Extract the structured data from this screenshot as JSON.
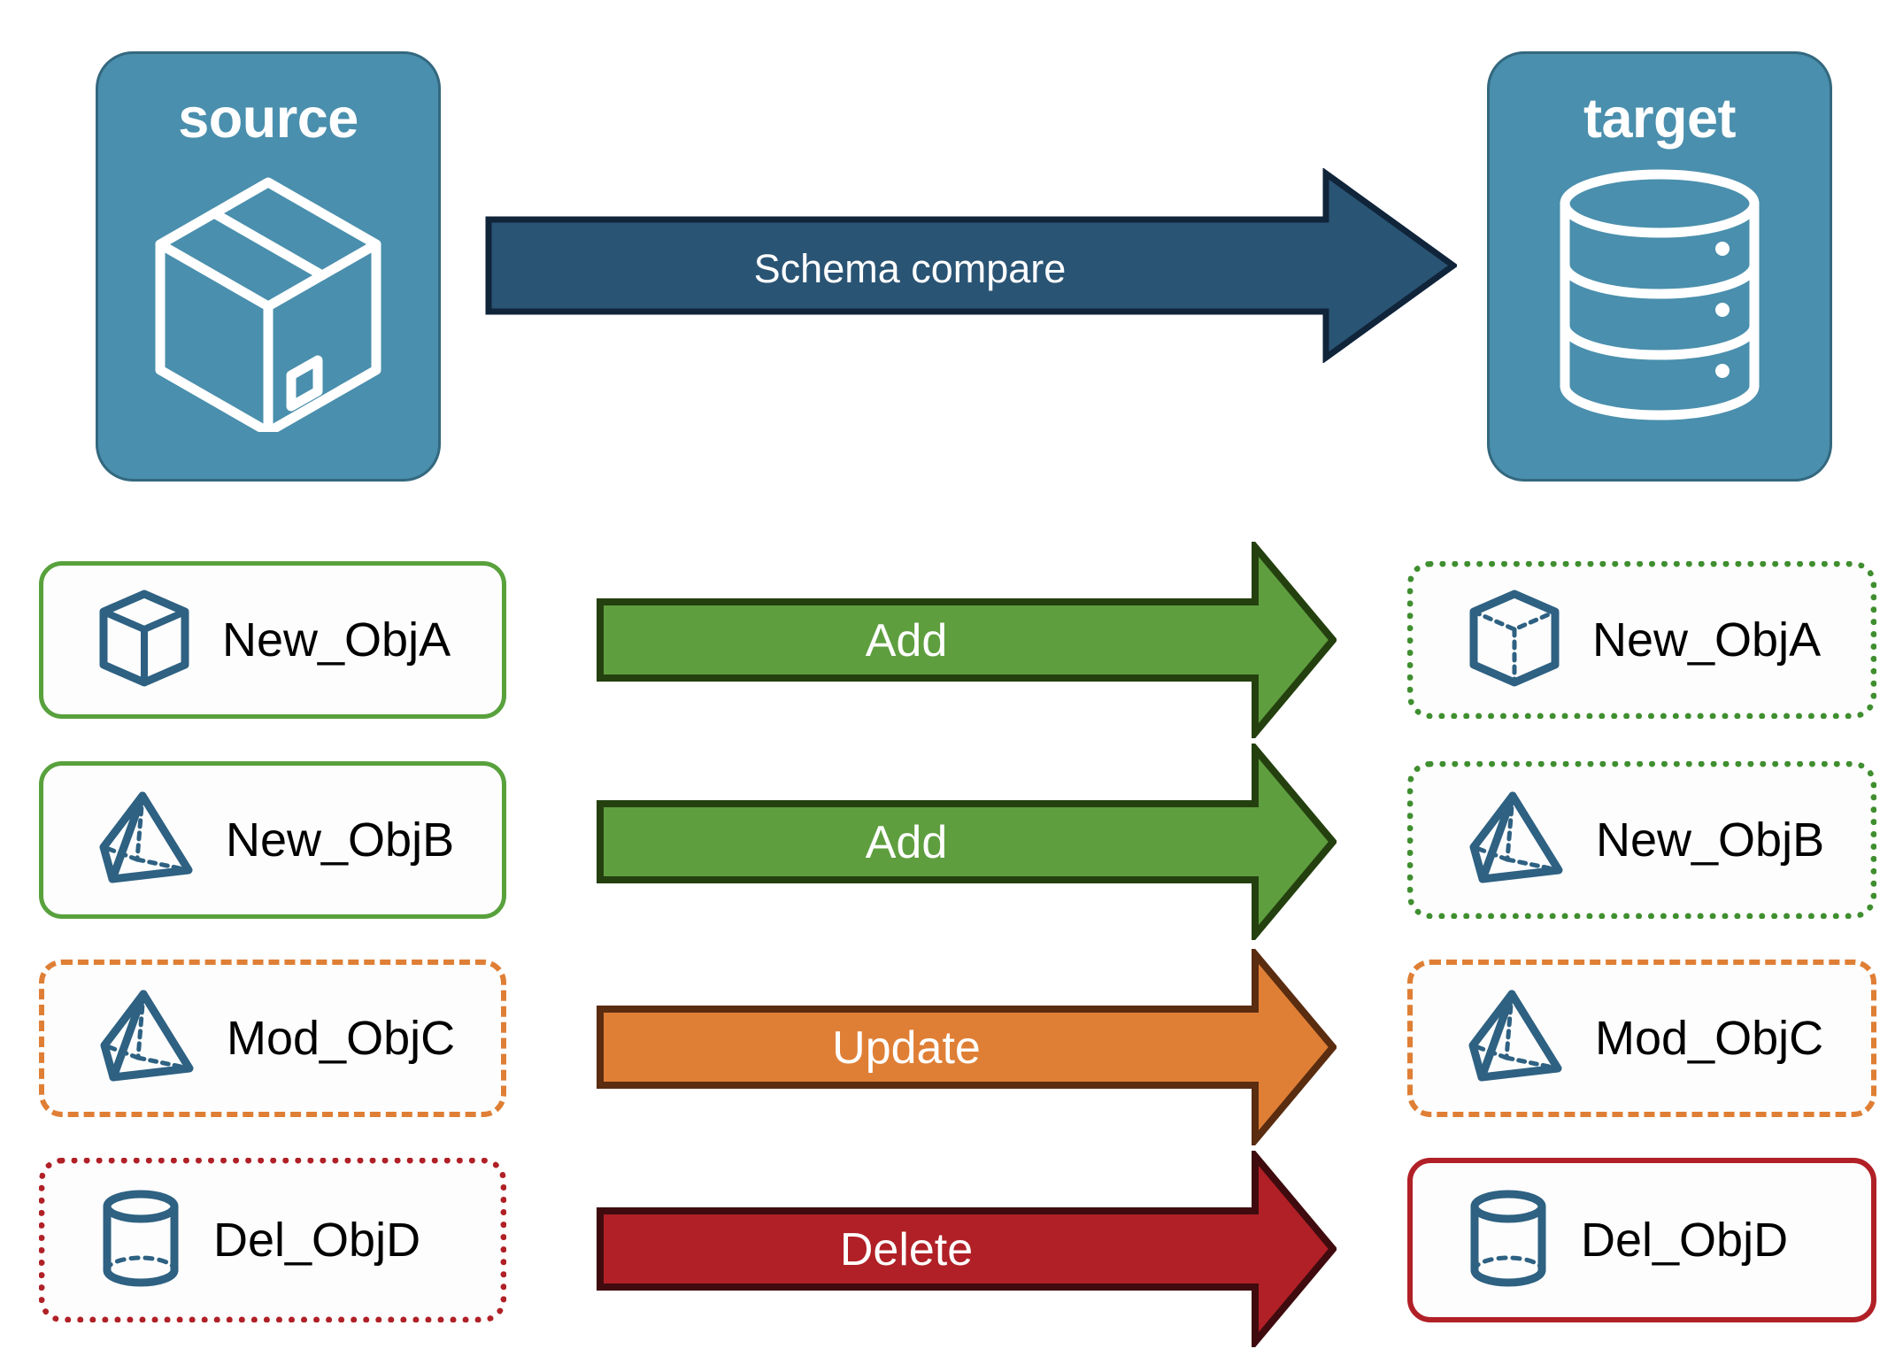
{
  "endpoints": {
    "source": {
      "title": "source",
      "icon": "package-box-icon"
    },
    "target": {
      "title": "target",
      "icon": "database-cylinder-icon"
    }
  },
  "compare": {
    "label": "Schema compare",
    "arrow_color": "#2a5474",
    "arrow_border_color": "#10243a"
  },
  "colors": {
    "panel_fill": "#4a8fad",
    "panel_stroke": "#33687f",
    "add": "#58a13c",
    "add_border": "#24400f",
    "update": "#df7f35",
    "update_border": "#5a2c10",
    "delete": "#b02026",
    "delete_border": "#3f0b0e",
    "object_icon": "#2e6182",
    "label_text": "#000000"
  },
  "rows": [
    {
      "action": "Add",
      "arrow_fill": "#5e9e3f",
      "arrow_stroke": "#24400f",
      "source": {
        "name": "New_ObjA",
        "icon": "wireframe-cube-icon",
        "border_style": "solid-green"
      },
      "target": {
        "name": "New_ObjA",
        "icon": "wireframe-cube-icon",
        "border_style": "dotted-green"
      }
    },
    {
      "action": "Add",
      "arrow_fill": "#5e9e3f",
      "arrow_stroke": "#24400f",
      "source": {
        "name": "New_ObjB",
        "icon": "wireframe-pyramid-icon",
        "border_style": "solid-green"
      },
      "target": {
        "name": "New_ObjB",
        "icon": "wireframe-pyramid-icon",
        "border_style": "dotted-green"
      }
    },
    {
      "action": "Update",
      "arrow_fill": "#df7f35",
      "arrow_stroke": "#5a2c10",
      "source": {
        "name": "Mod_ObjC",
        "icon": "wireframe-pyramid-icon",
        "border_style": "dashed-orange"
      },
      "target": {
        "name": "Mod_ObjC",
        "icon": "wireframe-pyramid-icon",
        "border_style": "dashed-orange"
      }
    },
    {
      "action": "Delete",
      "arrow_fill": "#b02026",
      "arrow_stroke": "#3f0b0e",
      "source": {
        "name": "Del_ObjD",
        "icon": "wireframe-cylinder-icon",
        "border_style": "dotted-red"
      },
      "target": {
        "name": "Del_ObjD",
        "icon": "wireframe-cylinder-icon",
        "border_style": "solid-red"
      }
    }
  ]
}
